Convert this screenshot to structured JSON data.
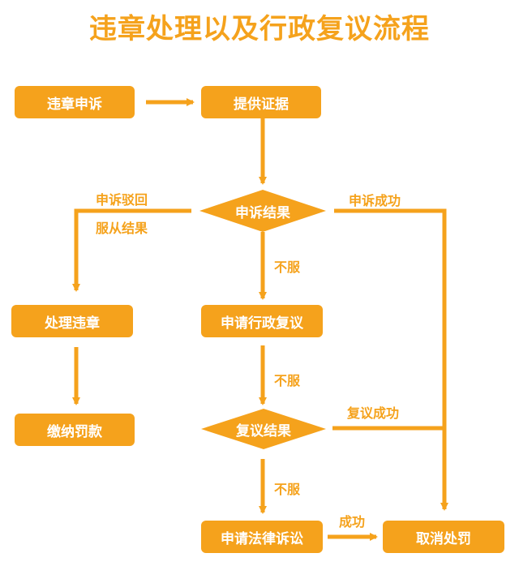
{
  "title": "违章处理以及行政复议流程",
  "nodes": {
    "appeal": "违章申诉",
    "evidence": "提供证据",
    "appeal_result": "申诉结果",
    "handle_violation": "处理违章",
    "pay_fine": "缴纳罚款",
    "apply_review": "申请行政复议",
    "review_result": "复议结果",
    "apply_lawsuit": "申请法律诉讼",
    "cancel_penalty": "取消处罚"
  },
  "edge_labels": {
    "appeal_rejected": "申诉驳回",
    "accept_result": "服从结果",
    "appeal_success": "申诉成功",
    "not_accept_1": "不服",
    "not_accept_2": "不服",
    "review_success": "复议成功",
    "not_accept_3": "不服",
    "success": "成功"
  },
  "colors": {
    "accent": "#f5a21c",
    "text_on_accent": "#ffffff",
    "background": "#ffffff"
  }
}
